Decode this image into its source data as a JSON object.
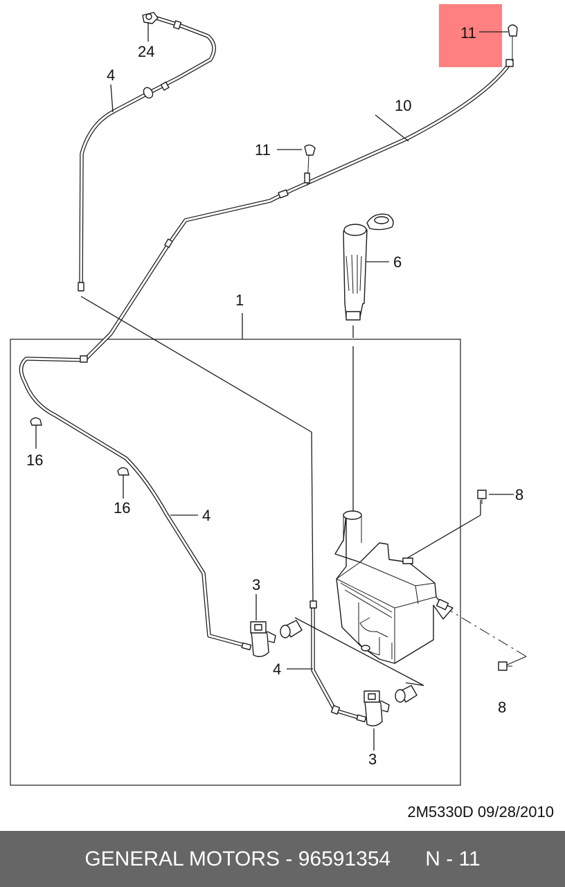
{
  "callouts": {
    "c24": "24",
    "c4_top": "4",
    "c11_highlight": "11",
    "c10": "10",
    "c11_mid": "11",
    "c6": "6",
    "c1": "1",
    "c16_a": "16",
    "c16_b": "16",
    "c4_mid": "4",
    "c8_top": "8",
    "c3_left": "3",
    "c4_low": "4",
    "c8_bottom": "8",
    "c3_right": "3"
  },
  "reference": "2M5330D  09/28/2010",
  "footer": {
    "brand_part": "GENERAL MOTORS - 96591354",
    "page": "N - 11"
  },
  "colors": {
    "highlight": "#ff8080",
    "footer_bg": "#666666",
    "footer_text": "#ffffff"
  }
}
